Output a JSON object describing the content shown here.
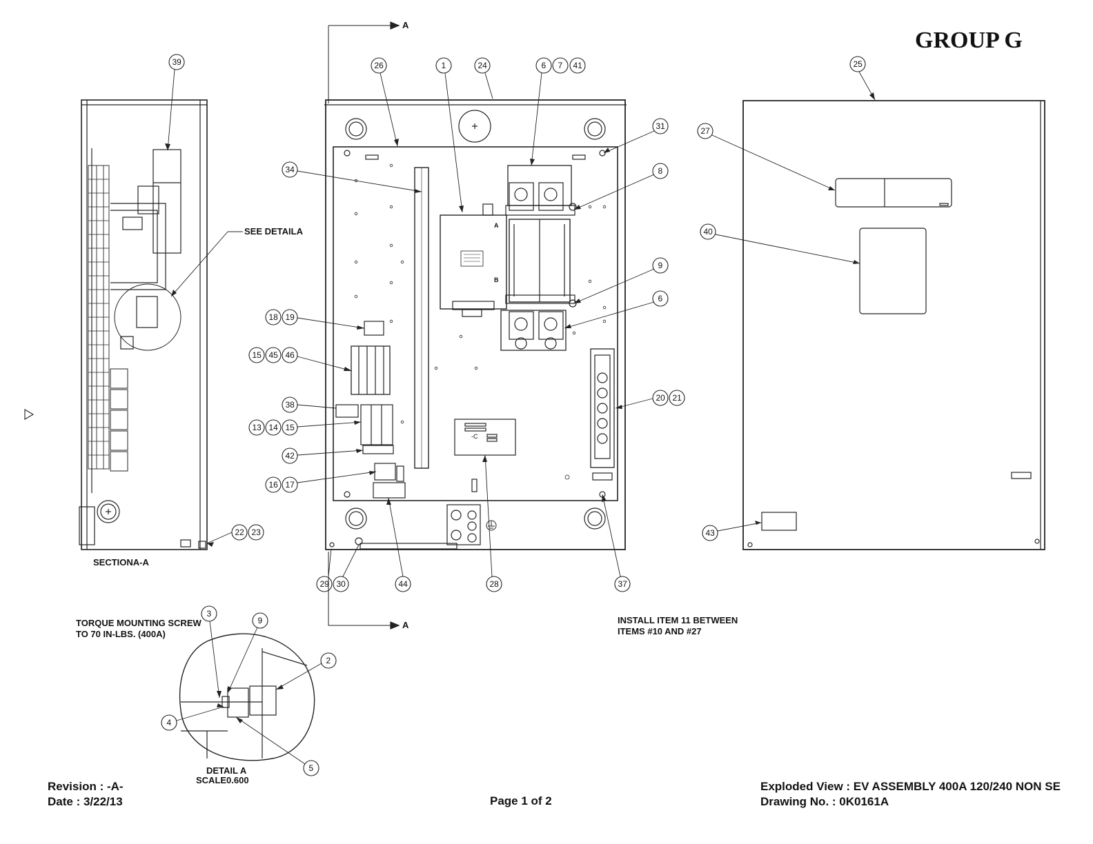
{
  "header": {
    "group": "GROUP G"
  },
  "labels": {
    "see_detail": "SEE DETAIL",
    "see_detail_suffix": "A",
    "section": "SECTIONA-A",
    "section_marker": "A",
    "detail_title": "DETAIL A",
    "detail_scale": "SCALE0.600",
    "torque_note_line1": "TORQUE MOUNTING SCREW",
    "torque_note_line2": "TO 70 IN-LBS. (400A)",
    "install_note_line1": "INSTALL ITEM 11 BETWEEN",
    "install_note_line2": "ITEMS #10 AND #27",
    "panel_letter_a": "A",
    "panel_letter_b": "B",
    "label_c": "-C"
  },
  "footer": {
    "revision": "Revision : -A-",
    "date": "Date : 3/22/13",
    "page": "Page 1 of 2",
    "title": "Exploded View : EV ASSEMBLY 400A 120/240 NON SE",
    "drawing": "Drawing No. : 0K0161A"
  },
  "callouts": {
    "c39": "39",
    "c26": "26",
    "c1": "1",
    "c24": "24",
    "c6a": "6",
    "c7": "7",
    "c41": "41",
    "c25": "25",
    "c27": "27",
    "c40": "40",
    "c43": "43",
    "c31": "31",
    "c8": "8",
    "c9": "9",
    "c6b": "6",
    "c2021a": "20",
    "c2021b": "21",
    "c34": "34",
    "c18": "18",
    "c19": "19",
    "c15a": "15",
    "c45": "45",
    "c46": "46",
    "c38": "38",
    "c13": "13",
    "c14": "14",
    "c15b": "15",
    "c42": "42",
    "c16": "16",
    "c17": "17",
    "c22": "22",
    "c23": "23",
    "c29": "29",
    "c30": "30",
    "c44": "44",
    "c28": "28",
    "c37": "37",
    "d3": "3",
    "d9": "9",
    "d2": "2",
    "d4": "4",
    "d5": "5"
  },
  "icons": {
    "play": "play-triangle-icon",
    "ground": "ground-symbol-icon"
  }
}
